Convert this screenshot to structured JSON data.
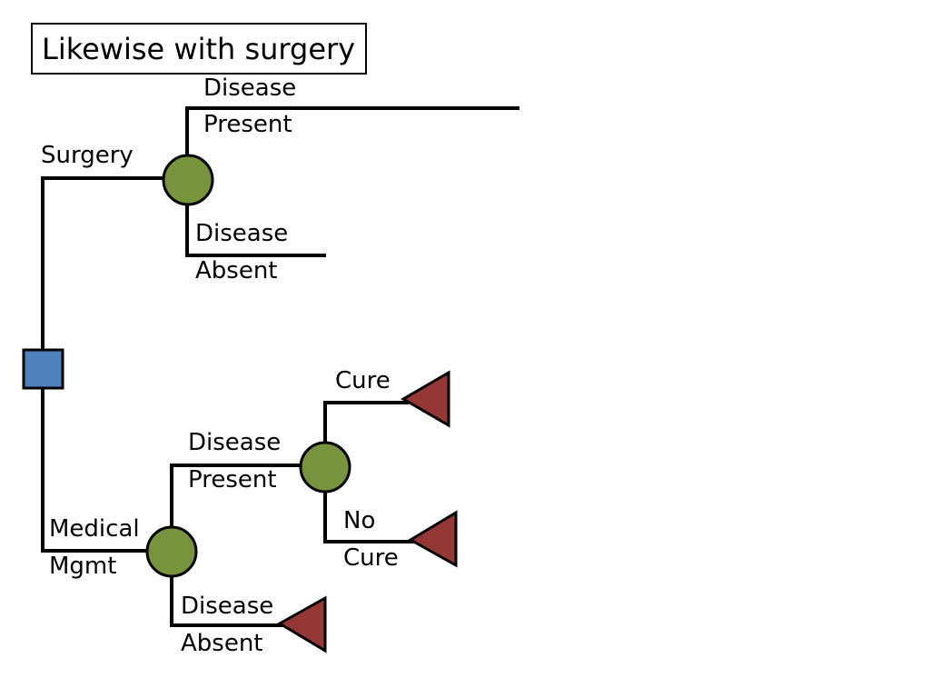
{
  "slide": {
    "title": "Likewise with surgery"
  },
  "tree": {
    "decision_color": "#4F81BD",
    "chance_color": "#77933C",
    "terminal_color": "#953735",
    "line_color": "#000000",
    "labels": {
      "surgery": "Surgery",
      "medical_line1": "Medical",
      "medical_line2": "Mgmt",
      "surgery_present_line1": "Disease",
      "surgery_present_line2": "Present",
      "surgery_absent_line1": "Disease",
      "surgery_absent_line2": "Absent",
      "medical_present_line1": "Disease",
      "medical_present_line2": "Present",
      "medical_absent_line1": "Disease",
      "medical_absent_line2": "Absent",
      "cure": "Cure",
      "no_cure_line1": "No",
      "no_cure_line2": "Cure"
    }
  }
}
